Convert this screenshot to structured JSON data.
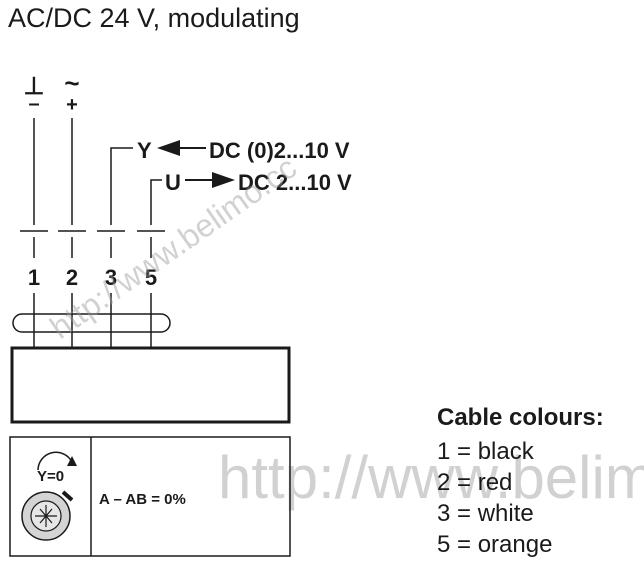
{
  "title": "AC/DC 24 V, modulating",
  "supply": {
    "ground_symbol": "⊥",
    "minus_sign": "–",
    "ac_symbol": "~",
    "plus_sign": "+"
  },
  "signals": {
    "y_label": "Y",
    "y_range": "DC (0)2...10 V",
    "u_label": "U",
    "u_range": "DC 2...10 V"
  },
  "terminals": [
    "1",
    "2",
    "3",
    "5"
  ],
  "switch": {
    "y_label": "Y=0",
    "formula": "A – AB = 0%"
  },
  "cable_colours": {
    "heading": "Cable colours:",
    "items": [
      "1 = black",
      "2 = red",
      "3 = white",
      "5 = orange"
    ]
  },
  "watermark": {
    "small": "http://www.belimo.cc",
    "large": "http://www.belimo.cc"
  },
  "colors": {
    "line": "#1a1a1a",
    "watermark": "#9a9a9a",
    "knob_fill": "#d4d4d4"
  }
}
